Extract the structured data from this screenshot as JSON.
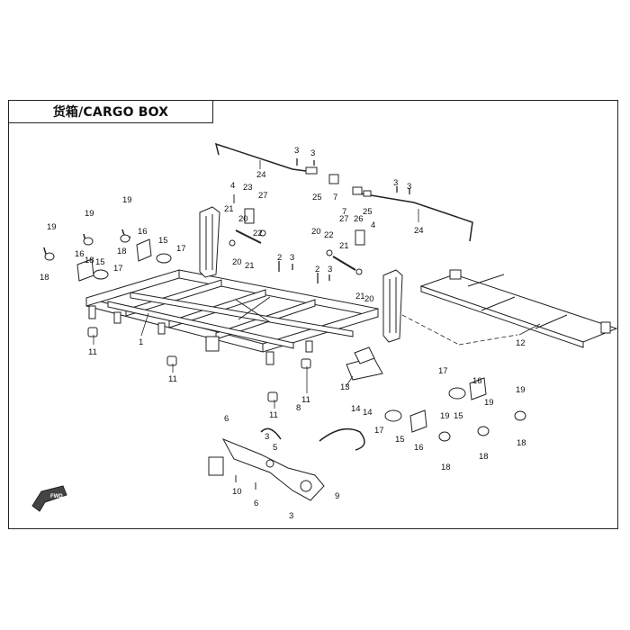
{
  "header": {
    "title": "货箱/CARGO BOX"
  },
  "badge": {
    "fwd_label": "FWD"
  },
  "callouts": [
    {
      "id": "c1",
      "label": "1"
    },
    {
      "id": "c2a",
      "label": "2"
    },
    {
      "id": "c2b",
      "label": "2"
    },
    {
      "id": "c3a",
      "label": "3"
    },
    {
      "id": "c3b",
      "label": "3"
    },
    {
      "id": "c3c",
      "label": "3"
    },
    {
      "id": "c3d",
      "label": "3"
    },
    {
      "id": "c3e",
      "label": "3"
    },
    {
      "id": "c3f",
      "label": "3"
    },
    {
      "id": "c3g",
      "label": "3"
    },
    {
      "id": "c3h",
      "label": "3"
    },
    {
      "id": "c4a",
      "label": "4"
    },
    {
      "id": "c4b",
      "label": "4"
    },
    {
      "id": "c5",
      "label": "5"
    },
    {
      "id": "c6a",
      "label": "6"
    },
    {
      "id": "c6b",
      "label": "6"
    },
    {
      "id": "c7a",
      "label": "7"
    },
    {
      "id": "c7b",
      "label": "7"
    },
    {
      "id": "c8",
      "label": "8"
    },
    {
      "id": "c9",
      "label": "9"
    },
    {
      "id": "c10",
      "label": "10"
    },
    {
      "id": "c11a",
      "label": "11"
    },
    {
      "id": "c11b",
      "label": "11"
    },
    {
      "id": "c11c",
      "label": "11"
    },
    {
      "id": "c11d",
      "label": "11"
    },
    {
      "id": "c12",
      "label": "12"
    },
    {
      "id": "c13",
      "label": "13"
    },
    {
      "id": "c14a",
      "label": "14"
    },
    {
      "id": "c14b",
      "label": "14"
    },
    {
      "id": "c15a",
      "label": "15"
    },
    {
      "id": "c15b",
      "label": "15"
    },
    {
      "id": "c15c",
      "label": "15"
    },
    {
      "id": "c15d",
      "label": "15"
    },
    {
      "id": "c16a",
      "label": "16"
    },
    {
      "id": "c16b",
      "label": "16"
    },
    {
      "id": "c16c",
      "label": "16"
    },
    {
      "id": "c16d",
      "label": "16"
    },
    {
      "id": "c17a",
      "label": "17"
    },
    {
      "id": "c17b",
      "label": "17"
    },
    {
      "id": "c17c",
      "label": "17"
    },
    {
      "id": "c17d",
      "label": "17"
    },
    {
      "id": "c18a",
      "label": "18"
    },
    {
      "id": "c18b",
      "label": "18"
    },
    {
      "id": "c18c",
      "label": "18"
    },
    {
      "id": "c18d",
      "label": "18"
    },
    {
      "id": "c18e",
      "label": "18"
    },
    {
      "id": "c18f",
      "label": "18"
    },
    {
      "id": "c19a",
      "label": "19"
    },
    {
      "id": "c19b",
      "label": "19"
    },
    {
      "id": "c19c",
      "label": "19"
    },
    {
      "id": "c19d",
      "label": "19"
    },
    {
      "id": "c19e",
      "label": "19"
    },
    {
      "id": "c19f",
      "label": "19"
    },
    {
      "id": "c20a",
      "label": "20"
    },
    {
      "id": "c20b",
      "label": "20"
    },
    {
      "id": "c20c",
      "label": "20"
    },
    {
      "id": "c20d",
      "label": "20"
    },
    {
      "id": "c21a",
      "label": "21"
    },
    {
      "id": "c21b",
      "label": "21"
    },
    {
      "id": "c21c",
      "label": "21"
    },
    {
      "id": "c21d",
      "label": "21"
    },
    {
      "id": "c22a",
      "label": "22"
    },
    {
      "id": "c22b",
      "label": "22"
    },
    {
      "id": "c23",
      "label": "23"
    },
    {
      "id": "c24a",
      "label": "24"
    },
    {
      "id": "c24b",
      "label": "24"
    },
    {
      "id": "c25a",
      "label": "25"
    },
    {
      "id": "c25b",
      "label": "25"
    },
    {
      "id": "c26",
      "label": "26"
    },
    {
      "id": "c27a",
      "label": "27"
    },
    {
      "id": "c27b",
      "label": "27"
    }
  ]
}
